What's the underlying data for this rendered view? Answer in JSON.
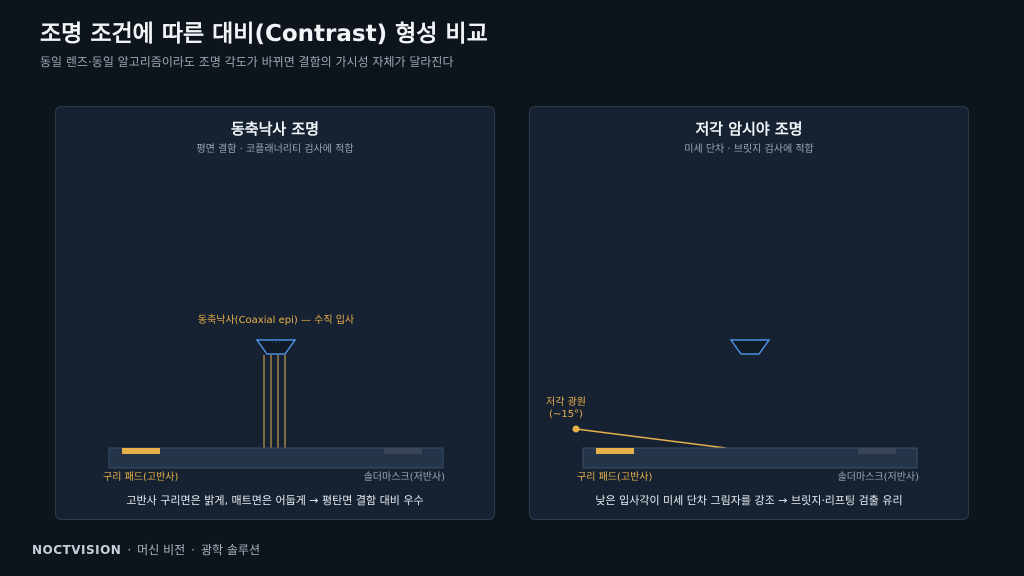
{
  "header": {
    "title": "조명 조건에 따른 대비(Contrast) 형성 비교",
    "subtitle": "동일 렌즈·동일 알고리즘이라도 조명 각도가 바뀌면 결함의 가시성 자체가 달라진다"
  },
  "panels": [
    {
      "title": "동축낙사 조명",
      "subtitle": "평면 결함 · 코플래너리티 검사에 적합",
      "light_label": "동축낙사(Coaxial epi) — 수직 입사",
      "pad_label": "구리 패드(고반사)",
      "mask_label": "솔더마스크(저반사)",
      "caption": "고반사 구리면은 밝게, 매트면은 어둡게 → 평탄면 결함 대비 우수"
    },
    {
      "title": "저각 암시야 조명",
      "subtitle": "미세 단차 · 브릿지 검사에 적합",
      "light_label_line1": "저각 광원",
      "light_label_line2": "(~15°)",
      "pad_label": "구리 패드(고반사)",
      "mask_label": "솔더마스크(저반사)",
      "caption": "낮은 입사각이 미세 단차 그림자를 강조 → 브릿지·리프팅 검출 유리"
    }
  ],
  "footer": {
    "brand": "NOCTVISION",
    "separator": "·",
    "item1": "머신 비전",
    "item2": "광학 솔루션"
  },
  "colors": {
    "accent_orange": "#e8b04a",
    "lens_blue": "#4a90e0",
    "substrate": "#24354a",
    "mask": "#3a4656"
  }
}
